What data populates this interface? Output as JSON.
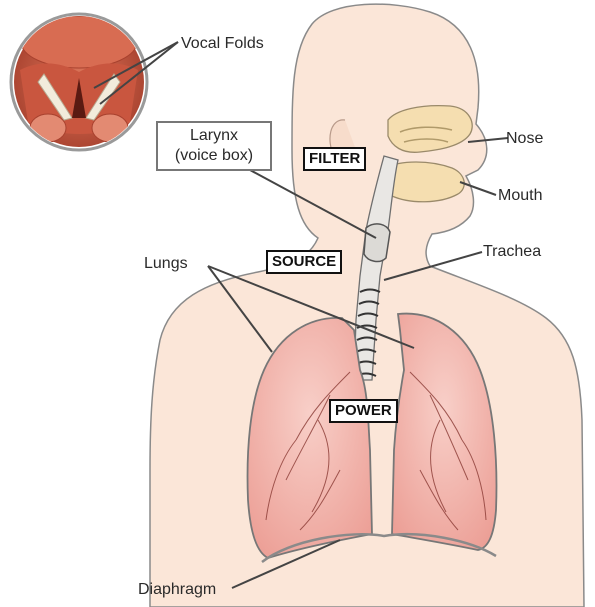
{
  "labels": {
    "vocal_folds": "Vocal Folds",
    "larynx_line1": "Larynx",
    "larynx_line2": "(voice box)",
    "nose": "Nose",
    "mouth": "Mouth",
    "trachea": "Trachea",
    "lungs": "Lungs",
    "diaphragm": "Diaphragm"
  },
  "stages": {
    "filter": "FILTER",
    "source": "SOURCE",
    "power": "POWER"
  },
  "colors": {
    "skin": "#fbe6d8",
    "outline": "#8a8a8a",
    "lung_fill": "#f2b8b0",
    "nasal_fill": "#f5deb0",
    "vocal_fold_bg": "#c85a44",
    "leader_line": "#444444"
  }
}
